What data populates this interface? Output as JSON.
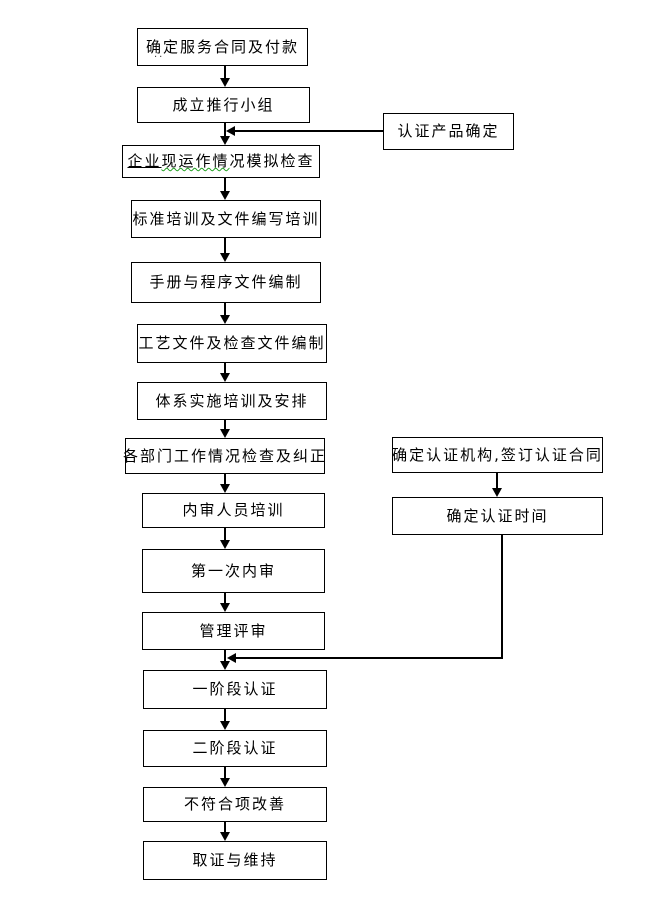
{
  "flowchart": {
    "background_color": "#ffffff",
    "line_color": "#000000",
    "box_border_color": "#000000",
    "spellcheck_wavy_color": "#1f9e1f",
    "main": [
      {
        "label": "确定服务合同及付款",
        "note_mark": "··"
      },
      {
        "label": "成立推行小组"
      },
      {
        "label": "企业现运作情况模拟检查",
        "parts": {
          "underlined": "企业",
          "wavy": "现运作情",
          "plain": "况模拟检查"
        }
      },
      {
        "label": "标准培训及文件编写培训"
      },
      {
        "label": "手册与程序文件编制"
      },
      {
        "label": "工艺文件及检查文件编制"
      },
      {
        "label": "体系实施培训及安排"
      },
      {
        "label": "各部门工作情况检查及纠正"
      },
      {
        "label": "内审人员培训"
      },
      {
        "label": "第一次内审"
      },
      {
        "label": "管理评审"
      },
      {
        "label": "一阶段认证"
      },
      {
        "label": "二阶段认证"
      },
      {
        "label": "不符合项改善"
      },
      {
        "label": "取证与维持"
      }
    ],
    "side": [
      {
        "label": "认证产品确定"
      },
      {
        "label": "确定认证机构,签订认证合同"
      },
      {
        "label": "确定认证时间"
      }
    ]
  }
}
